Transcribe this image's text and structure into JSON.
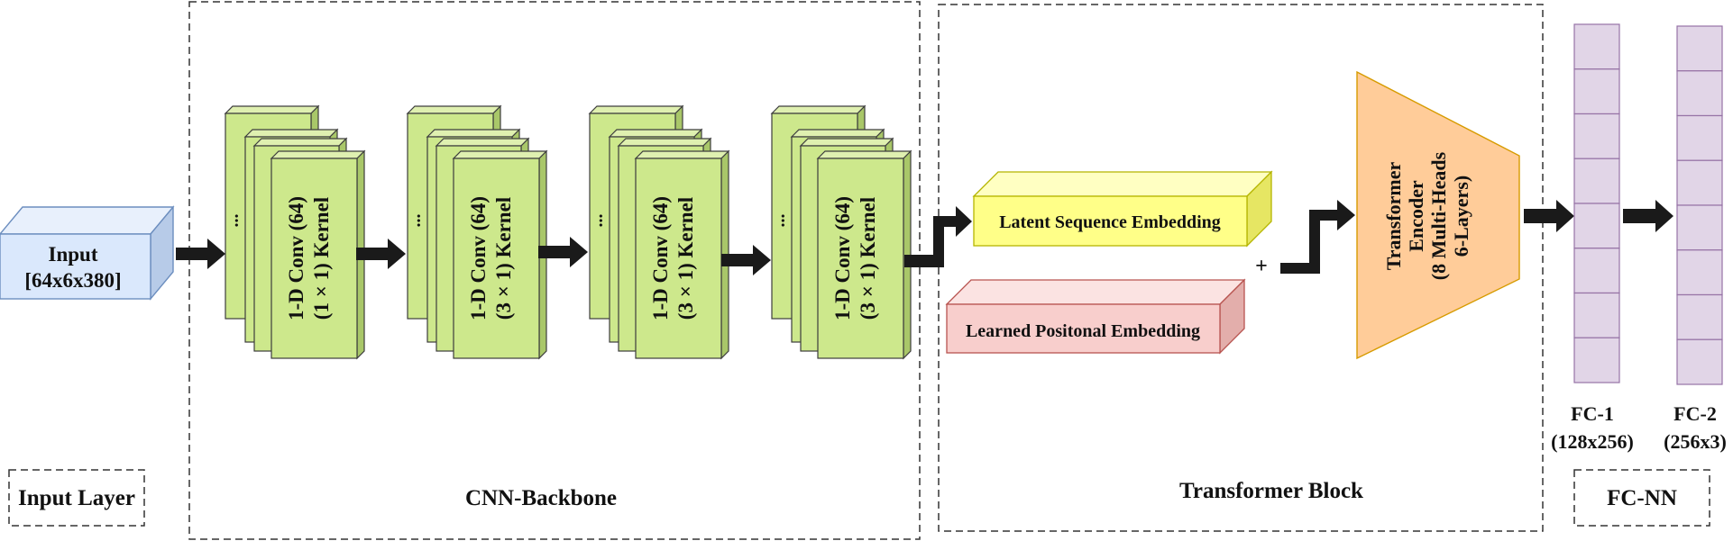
{
  "input": {
    "label_line1": "Input",
    "label_line2": "[64x6x380]",
    "face_color": "#dae8fc",
    "stroke_color": "#6c8ebf"
  },
  "sections": {
    "input_layer": "Input Layer",
    "cnn_backbone": "CNN-Backbone",
    "transformer_block": "Transformer Block",
    "fc_nn": "FC-NN"
  },
  "conv_blocks": [
    {
      "line1": "1-D Conv (64)",
      "line2": "(1 × 1) Kernel",
      "ellipsis": "..."
    },
    {
      "line1": "1-D Conv (64)",
      "line2": "(3 × 1) Kernel",
      "ellipsis": "..."
    },
    {
      "line1": "1-D Conv (64)",
      "line2": "(3 × 1) Kernel",
      "ellipsis": "..."
    },
    {
      "line1": "1-D Conv (64)",
      "line2": "(3 × 1) Kernel",
      "ellipsis": "..."
    }
  ],
  "embeddings": {
    "latent": {
      "label": "Latent Sequence Embedding",
      "color": "#ffff88",
      "stroke": "#b5b500"
    },
    "positional": {
      "label": "Learned Positonal Embedding",
      "color": "#f8cecc",
      "stroke": "#b85450"
    },
    "plus": "+"
  },
  "encoder": {
    "line1": "Transformer",
    "line2": "Encoder",
    "line3": "(8 Multi-Heads",
    "line4": "6-Layers)",
    "color": "#ffcc99",
    "stroke": "#d79b00"
  },
  "fc": [
    {
      "name": "FC-1",
      "dims": "(128x256)",
      "cells": 8
    },
    {
      "name": "FC-2",
      "dims": "(256x3)",
      "cells": 8
    }
  ]
}
